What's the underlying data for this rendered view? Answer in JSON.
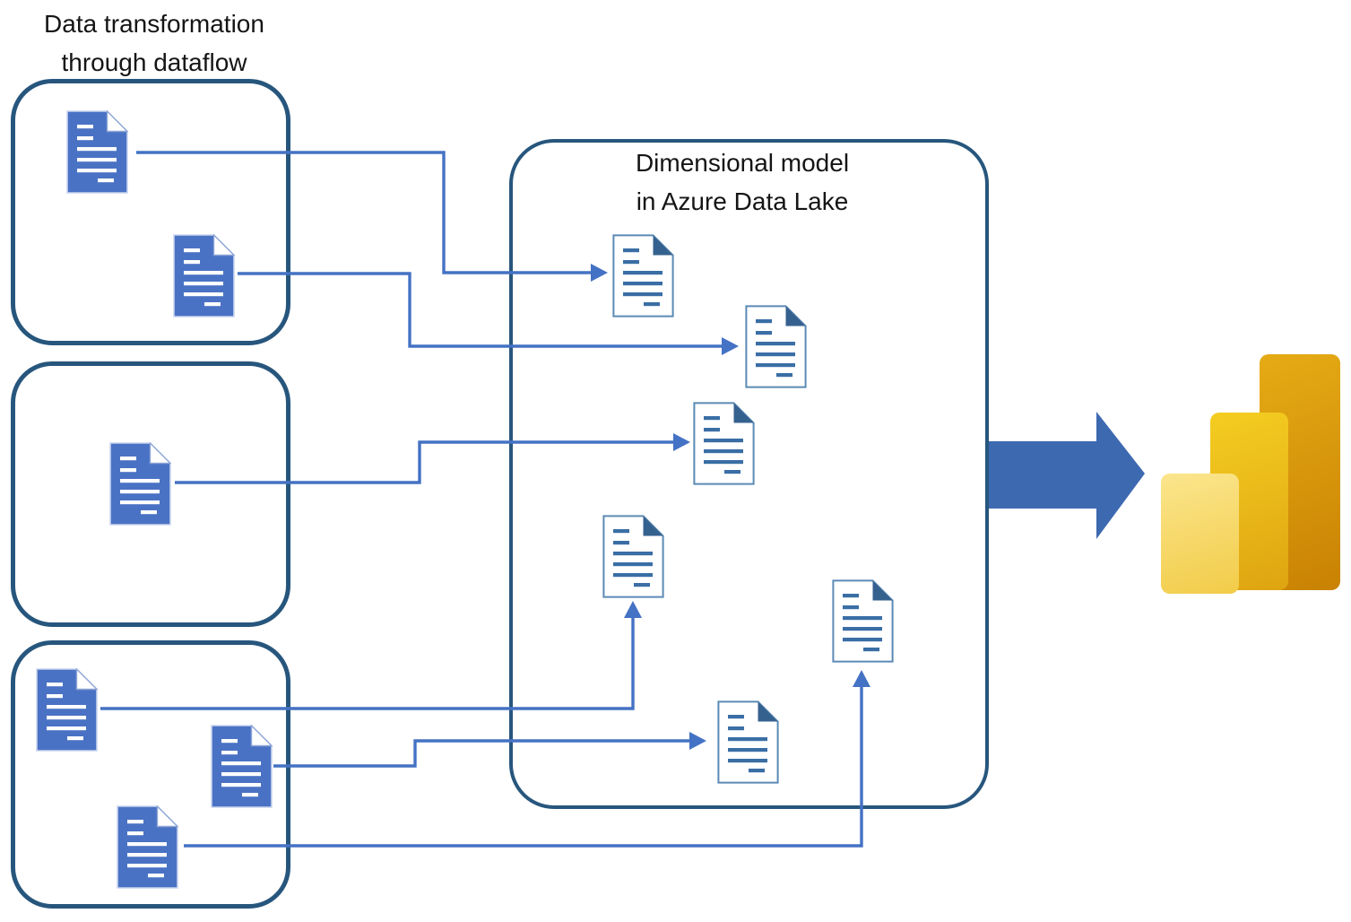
{
  "source_panel": {
    "title_line1": "Data transformation",
    "title_line2": "through dataflow",
    "boxes": [
      {
        "id": "dataflow-box-1",
        "document_count": 2
      },
      {
        "id": "dataflow-box-2",
        "document_count": 1
      },
      {
        "id": "dataflow-box-3",
        "document_count": 3
      }
    ]
  },
  "model_panel": {
    "title_line1": "Dimensional model",
    "title_line2": "in Azure Data Lake",
    "document_count": 6
  },
  "output": {
    "icon": "power-bi-logo"
  },
  "connections": [
    {
      "from": "box1-document-1",
      "to": "model-document-1"
    },
    {
      "from": "box1-document-2",
      "to": "model-document-2"
    },
    {
      "from": "box2-document-1",
      "to": "model-document-3"
    },
    {
      "from": "box3-document-1",
      "to": "model-document-4"
    },
    {
      "from": "box3-document-2",
      "to": "model-document-6"
    },
    {
      "from": "box3-document-3",
      "to": "model-document-5"
    }
  ],
  "colors": {
    "connector": "#4472C4",
    "box-border": "#27567D",
    "doc-fill": "#4A72C4",
    "doc-line": "#FFFFFF",
    "outline-border": "#5B8AB4",
    "outline-line": "#3A6EA5",
    "outline-fold": "#35618F",
    "big-arrow": "#3D69B1",
    "powerbi-light-1": "#FBE58D",
    "powerbi-light-2": "#F2CC49",
    "powerbi-mid-1": "#F4CD21",
    "powerbi-mid-2": "#DEA411",
    "powerbi-dark-1": "#E5AB15",
    "powerbi-dark-2": "#C98203",
    "title-text": "#151515"
  }
}
